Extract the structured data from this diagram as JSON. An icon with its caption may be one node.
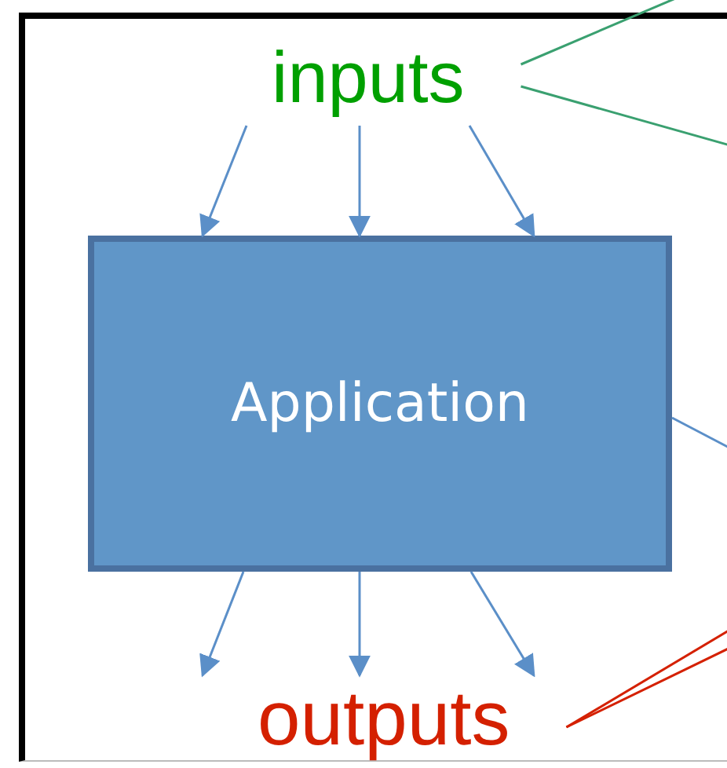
{
  "diagram": {
    "nodes": [
      {
        "text": [],
        "shape": "box"
      },
      {
        "text": [
          "inputs"
        ],
        "in": 0
      },
      {
        "text": [
          "Application"
        ],
        "in": 0
      },
      {
        "text": [
          "outputs"
        ],
        "in": 0
      }
    ],
    "edges": [
      {
        "from": 1,
        "to": 2,
        "arrow": "to"
      },
      {
        "from": 1,
        "to": 2,
        "arrow": "to"
      },
      {
        "from": 1,
        "to": 2,
        "arrow": "to"
      },
      {
        "from": 2,
        "to": 3,
        "arrow": "to"
      },
      {
        "from": 2,
        "to": 3,
        "arrow": "to"
      },
      {
        "from": 2,
        "to": 3,
        "arrow": "to"
      },
      {
        "from": 1,
        "to": null,
        "arrow": "none",
        "color": "#3aa070"
      },
      {
        "from": 1,
        "to": null,
        "arrow": "none",
        "color": "#3aa070"
      },
      {
        "from": 2,
        "to": null,
        "arrow": "none"
      },
      {
        "from": 3,
        "to": null,
        "arrow": "none",
        "color": "#d42000"
      },
      {
        "from": 3,
        "to": null,
        "arrow": "none",
        "color": "#d42000"
      }
    ]
  }
}
